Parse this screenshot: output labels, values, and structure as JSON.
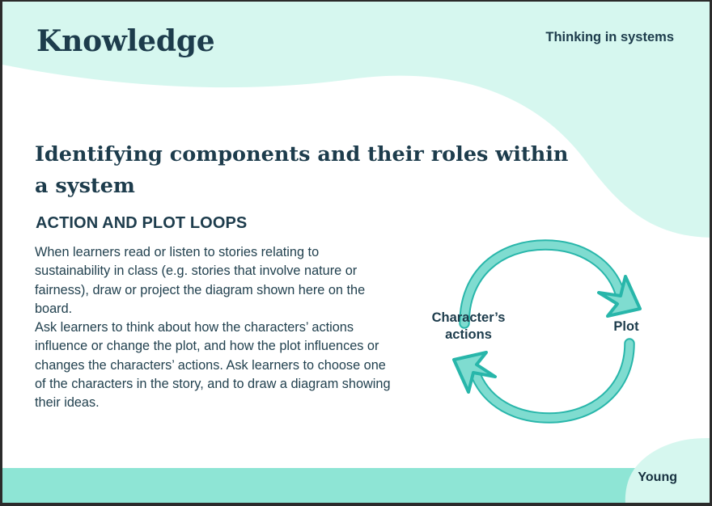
{
  "page": {
    "title": "Knowledge",
    "kicker": "Thinking in systems"
  },
  "colors": {
    "mint": "#d6f7ef",
    "teal_bar": "#8ee5d5",
    "arrow_fill": "#7fdcd0",
    "arrow_stroke": "#28b6aa",
    "ink": "#1d3c4c",
    "body_ink": "#22414f",
    "page_border": "#2b2b2b",
    "background": "#ffffff"
  },
  "main": {
    "heading": "Identifying components and their roles within a system",
    "subheading": "ACTION AND PLOT LOOPS",
    "paragraphs": [
      "When learners read or listen to stories relating to sustainability in class (e.g. stories that involve nature or fairness), draw or project the diagram shown here on the board.",
      "Ask learners to think about how the characters’ actions influence or change the plot, and how the plot influences or changes the characters’ actions. Ask learners to choose one of the characters in the story, and to draw a diagram showing their ideas."
    ]
  },
  "diagram": {
    "type": "feedback-loop",
    "left_label": "Character’s actions",
    "right_label": "Plot",
    "arrows": [
      {
        "name": "top-arc-clockwise",
        "from": "Character’s actions",
        "to": "Plot"
      },
      {
        "name": "bottom-arc-counterclockwise",
        "from": "Plot",
        "to": "Character’s actions"
      }
    ]
  },
  "footer": {
    "brand": "Young"
  }
}
